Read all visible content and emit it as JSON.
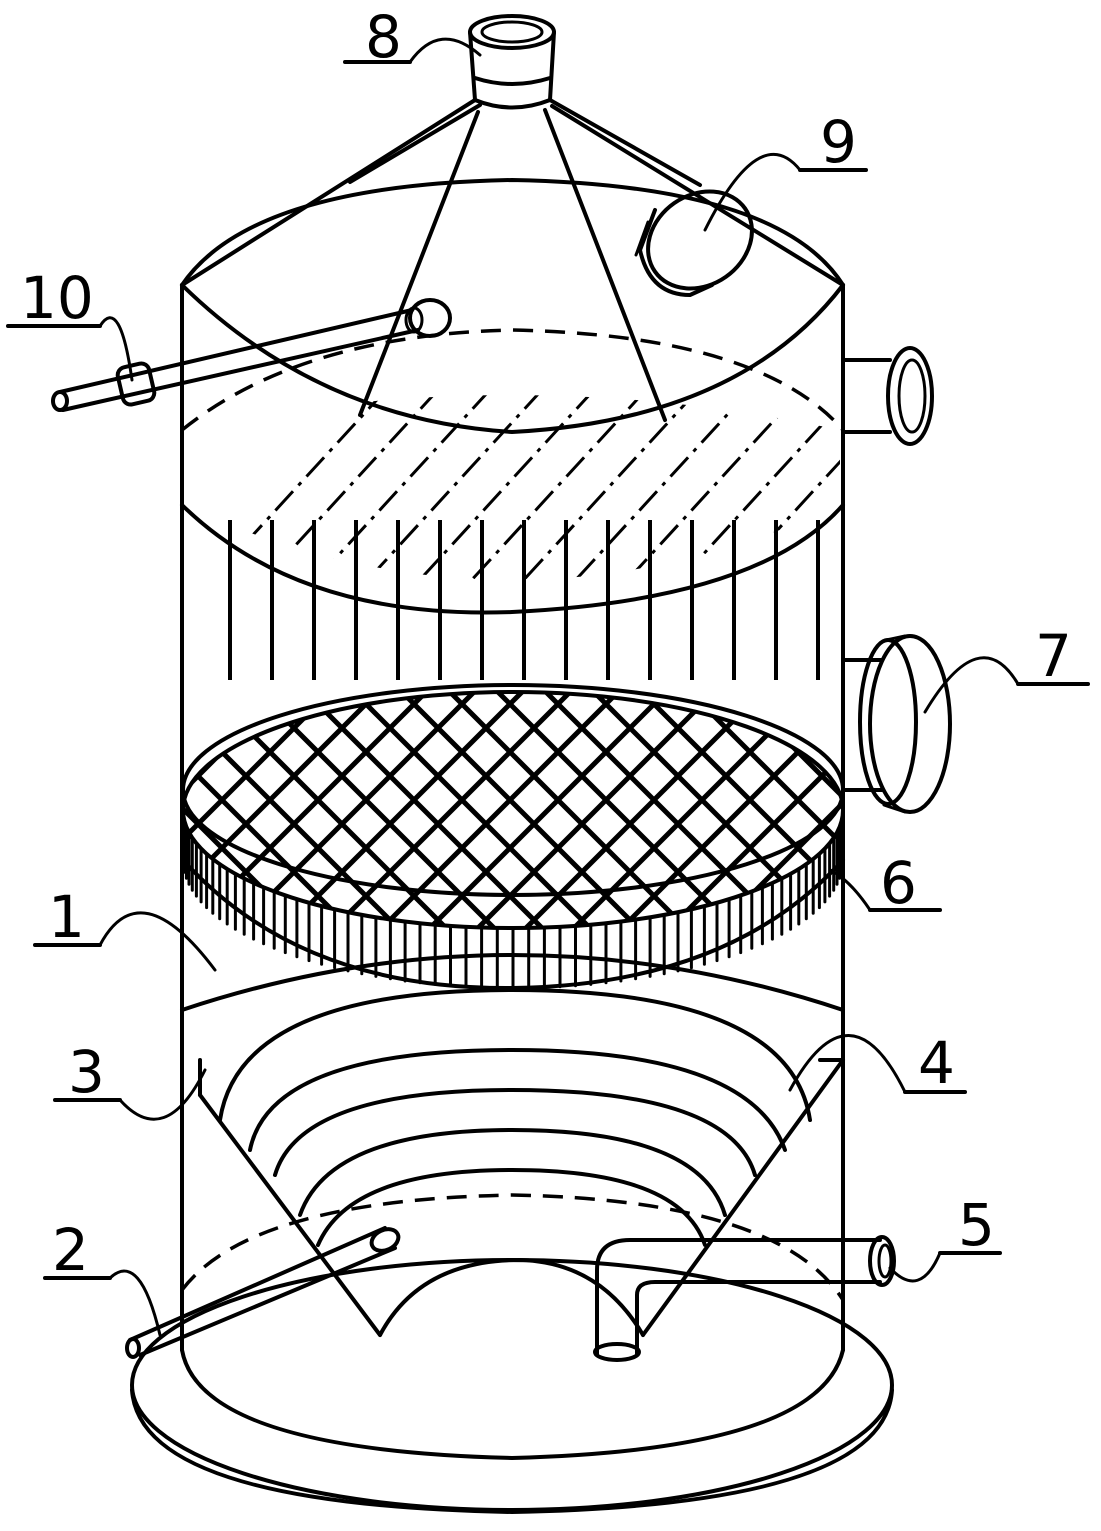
{
  "labels": {
    "shell": "1",
    "inlet_pipe": "2",
    "cone_plate_left": "3",
    "cone_plate_right": "4",
    "outlet_pipe": "5",
    "mesh_layer": "6",
    "side_port": "7",
    "top_outlet": "8",
    "top_port": "9",
    "spray_pipe": "10"
  }
}
